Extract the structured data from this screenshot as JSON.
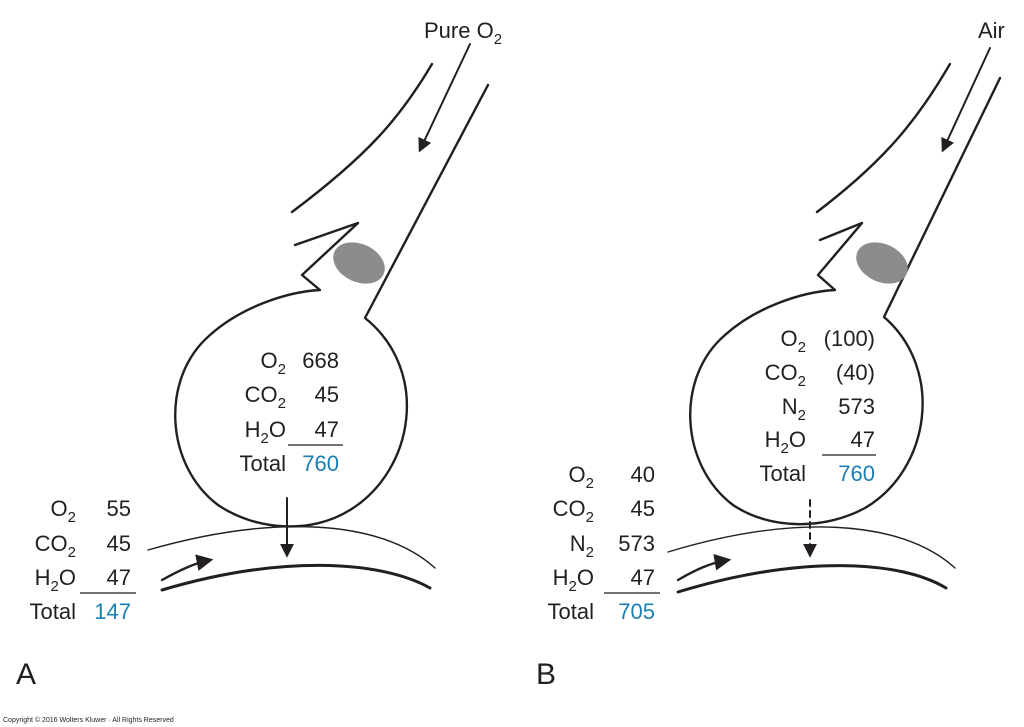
{
  "panel_a": {
    "letter": "A",
    "gas_label_main": "Pure O",
    "gas_label_sub": "2",
    "alveolus": {
      "rows": [
        {
          "gas": "O",
          "sub": "2",
          "tail": "",
          "value": "668"
        },
        {
          "gas": "CO",
          "sub": "2",
          "tail": "",
          "value": "45"
        },
        {
          "gas": "H",
          "sub": "2",
          "tail": "O",
          "value": "47"
        }
      ],
      "total_label": "Total",
      "total_value": "760"
    },
    "capillary": {
      "rows": [
        {
          "gas": "O",
          "sub": "2",
          "tail": "",
          "value": "55"
        },
        {
          "gas": "CO",
          "sub": "2",
          "tail": "",
          "value": "45"
        },
        {
          "gas": "H",
          "sub": "2",
          "tail": "O",
          "value": "47"
        }
      ],
      "total_label": "Total",
      "total_value": "147"
    }
  },
  "panel_b": {
    "letter": "B",
    "gas_label": "Air",
    "alveolus": {
      "rows": [
        {
          "gas": "O",
          "sub": "2",
          "tail": "",
          "value": "(100)"
        },
        {
          "gas": "CO",
          "sub": "2",
          "tail": "",
          "value": "(40)"
        },
        {
          "gas": "N",
          "sub": "2",
          "tail": "",
          "value": "573"
        },
        {
          "gas": "H",
          "sub": "2",
          "tail": "O",
          "value": "47"
        }
      ],
      "total_label": "Total",
      "total_value": "760"
    },
    "capillary": {
      "rows": [
        {
          "gas": "O",
          "sub": "2",
          "tail": "",
          "value": "40"
        },
        {
          "gas": "CO",
          "sub": "2",
          "tail": "",
          "value": "45"
        },
        {
          "gas": "N",
          "sub": "2",
          "tail": "",
          "value": "573"
        },
        {
          "gas": "H",
          "sub": "2",
          "tail": "O",
          "value": "47"
        }
      ],
      "total_label": "Total",
      "total_value": "705"
    }
  },
  "copyright": "Copyright © 2016 Wolters Kluwer · All Rights Reserved",
  "colors": {
    "ink": "#231f20",
    "total_value": "#1b7fb4",
    "blockage": "#8c8c8c"
  }
}
